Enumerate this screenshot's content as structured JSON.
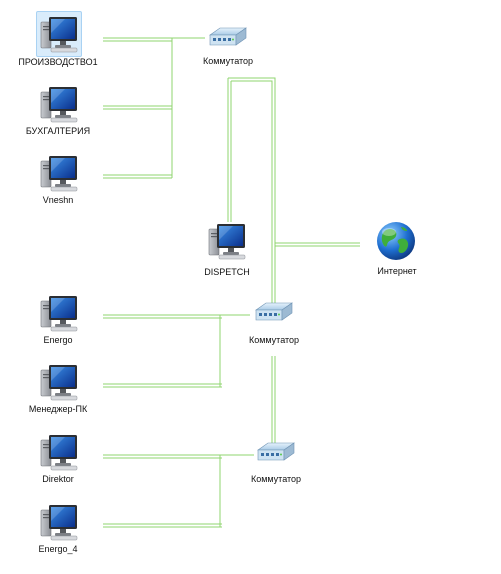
{
  "nodes": {
    "pc_proizvodstvo": {
      "label": "ПРОИЗВОДСТВО1"
    },
    "pc_buhgalteria": {
      "label": "БУХГАЛТЕРИЯ"
    },
    "pc_vneshn": {
      "label": "Vneshn"
    },
    "switch_top": {
      "label": "Коммутатор"
    },
    "pc_dispetch": {
      "label": "DISPETCH"
    },
    "internet": {
      "label": "Интернет"
    },
    "pc_energo": {
      "label": "Energo"
    },
    "switch_mid": {
      "label": "Коммутатор"
    },
    "pc_manager": {
      "label": "Менеджер-ПК"
    },
    "pc_direktor": {
      "label": "Direktor"
    },
    "switch_bottom": {
      "label": "Коммутатор"
    },
    "pc_energo4": {
      "label": "Energo_4"
    }
  },
  "colors": {
    "link": "#9fdc86",
    "link_dark": "#6cc04a"
  }
}
